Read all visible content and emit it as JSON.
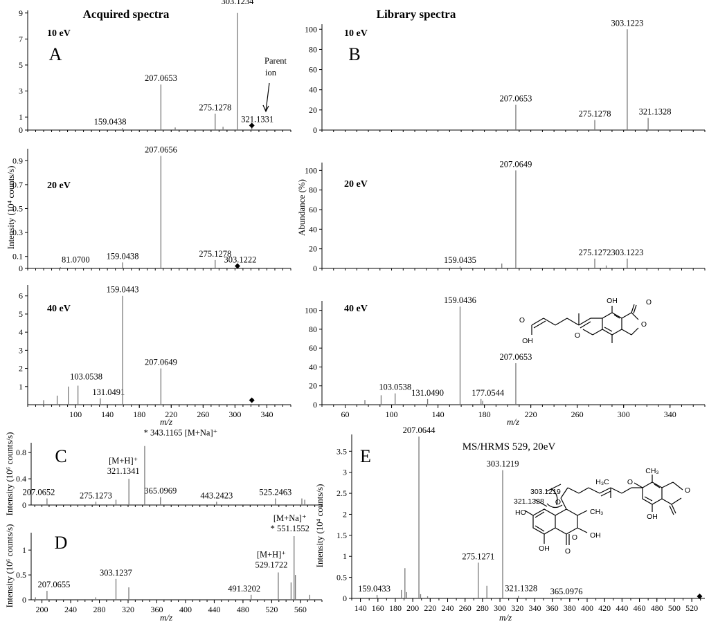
{
  "figure": {
    "left_title": "Acquired spectra",
    "right_title": "Library spectra",
    "xlabel": "m/z",
    "ylabel_acq": "Intensity (10⁴ counts/s)",
    "ylabel_lib": "Abundance (%)",
    "ylabel_c": "Intensity (10⁶ counts/s)",
    "ylabel_d": "Intensity (10⁶ counts/s)",
    "ylabel_e": "Intensity (10⁴ counts/s)",
    "parent_ion_line1": "Parent",
    "parent_ion_line2": "ion",
    "e_title": "MS/HRMS 529, 20eV"
  },
  "chart_data": [
    {
      "id": "A10",
      "type": "bar",
      "letter": "A",
      "energy": "10 eV",
      "xlim": [
        40,
        370
      ],
      "ylim": [
        0,
        9.2
      ],
      "yticks": [
        "0",
        "1",
        "3",
        "5",
        "7",
        "9"
      ],
      "peaks": [
        {
          "x": 159.0438,
          "y": 0.15,
          "label": "159.0438"
        },
        {
          "x": 207.0653,
          "y": 3.5,
          "label": "207.0653"
        },
        {
          "x": 275.1278,
          "y": 1.25,
          "label": "275.1278"
        },
        {
          "x": 303.1234,
          "y": 9.0,
          "label": "303.1234"
        },
        {
          "x": 321.1331,
          "y": 0.35,
          "label": "321.1331"
        },
        {
          "x": 225,
          "y": 0.2
        },
        {
          "x": 285,
          "y": 0.25
        }
      ],
      "marker": {
        "x": 321.1331,
        "y": 0.35
      }
    },
    {
      "id": "A20",
      "type": "bar",
      "energy": "20 eV",
      "xlim": [
        40,
        370
      ],
      "ylim": [
        0,
        1.0
      ],
      "yticks": [
        "0",
        "0.1",
        "0.3",
        "0.5",
        "0.7",
        "0.9"
      ],
      "peaks": [
        {
          "x": 81.07,
          "y": 0.01,
          "label": "81.0700"
        },
        {
          "x": 159.0438,
          "y": 0.05,
          "label": "159.0438"
        },
        {
          "x": 207.0656,
          "y": 0.94,
          "label": "207.0656"
        },
        {
          "x": 275.1278,
          "y": 0.07,
          "label": "275.1278"
        },
        {
          "x": 303.1222,
          "y": 0.02,
          "label": "303.1222"
        }
      ],
      "marker": {
        "x": 303.1222,
        "y": 0.02
      }
    },
    {
      "id": "A40",
      "type": "bar",
      "energy": "40 eV",
      "xlim": [
        40,
        370
      ],
      "ylim": [
        0,
        6.6
      ],
      "yticks": [
        "1",
        "2",
        "3",
        "4",
        "5",
        "6"
      ],
      "xticks": [
        "100",
        "140",
        "180",
        "220",
        "260",
        "300",
        "340"
      ],
      "peaks": [
        {
          "x": 60,
          "y": 0.25
        },
        {
          "x": 77,
          "y": 0.5
        },
        {
          "x": 91,
          "y": 1.0
        },
        {
          "x": 103.0538,
          "y": 1.05,
          "label": "103.0538"
        },
        {
          "x": 131.0491,
          "y": 0.35,
          "label": "131.0491"
        },
        {
          "x": 159.0443,
          "y": 6.0,
          "label": "159.0443"
        },
        {
          "x": 207.0649,
          "y": 2.0,
          "label": "207.0649"
        }
      ],
      "marker": {
        "x": 321.1,
        "y": 0.25
      }
    },
    {
      "id": "B10",
      "type": "bar",
      "letter": "B",
      "energy": "10 eV",
      "xlim": [
        40,
        370
      ],
      "ylim": [
        0,
        105
      ],
      "yticks": [
        "0",
        "20",
        "40",
        "60",
        "80",
        "100"
      ],
      "peaks": [
        {
          "x": 207.0653,
          "y": 25,
          "label": "207.0653"
        },
        {
          "x": 275.1278,
          "y": 10,
          "label": "275.1278"
        },
        {
          "x": 303.1223,
          "y": 100,
          "label": "303.1223"
        },
        {
          "x": 321.1328,
          "y": 12,
          "label": "321.1328"
        }
      ]
    },
    {
      "id": "B20",
      "type": "bar",
      "energy": "20 eV",
      "xlim": [
        40,
        370
      ],
      "ylim": [
        0,
        108
      ],
      "yticks": [
        "0",
        "20",
        "40",
        "60",
        "80",
        "100"
      ],
      "peaks": [
        {
          "x": 159.0435,
          "y": 2,
          "label": "159.0435"
        },
        {
          "x": 195,
          "y": 5
        },
        {
          "x": 207.0649,
          "y": 100,
          "label": "207.0649"
        },
        {
          "x": 275.1272,
          "y": 10,
          "label": "275.1272"
        },
        {
          "x": 285,
          "y": 3
        },
        {
          "x": 303.1223,
          "y": 10,
          "label": "303.1223"
        }
      ]
    },
    {
      "id": "B40",
      "type": "bar",
      "energy": "40 eV",
      "xlim": [
        40,
        370
      ],
      "ylim": [
        0,
        110
      ],
      "yticks": [
        "0",
        "20",
        "40",
        "60",
        "80",
        "100"
      ],
      "xticks": [
        "60",
        "100",
        "140",
        "180",
        "220",
        "260",
        "300",
        "340"
      ],
      "peaks": [
        {
          "x": 77,
          "y": 5
        },
        {
          "x": 91,
          "y": 10
        },
        {
          "x": 103.0538,
          "y": 12,
          "label": "103.0538"
        },
        {
          "x": 131.049,
          "y": 6,
          "label": "131.0490"
        },
        {
          "x": 159.0436,
          "y": 104,
          "label": "159.0436"
        },
        {
          "x": 177.0544,
          "y": 6,
          "label": "177.0544"
        },
        {
          "x": 178.5,
          "y": 4
        },
        {
          "x": 207.0653,
          "y": 44,
          "label": "207.0653"
        }
      ]
    },
    {
      "id": "C",
      "type": "bar",
      "letter": "C",
      "xlim": [
        185,
        590
      ],
      "ylim": [
        0,
        0.95
      ],
      "yticks": [
        "0",
        "0.4",
        "0.8"
      ],
      "peaks": [
        {
          "x": 207.0652,
          "y": 0.1,
          "label": "207.0652"
        },
        {
          "x": 275.1273,
          "y": 0.05,
          "label": "275.1273"
        },
        {
          "x": 303.12,
          "y": 0.08
        },
        {
          "x": 321.1341,
          "y": 0.4,
          "label": "321.1341",
          "pre": "[M+H]⁺"
        },
        {
          "x": 343.1165,
          "y": 0.9,
          "label": "* 343.1165 [M+Na]⁺"
        },
        {
          "x": 365.0969,
          "y": 0.12,
          "label": "365.0969"
        },
        {
          "x": 443.2423,
          "y": 0.05,
          "label": "443.2423"
        },
        {
          "x": 525.2463,
          "y": 0.1,
          "label": "525.2463"
        },
        {
          "x": 562,
          "y": 0.1
        },
        {
          "x": 566,
          "y": 0.08
        }
      ]
    },
    {
      "id": "D",
      "type": "bar",
      "letter": "D",
      "xlim": [
        185,
        590
      ],
      "ylim": [
        0,
        1.35
      ],
      "yticks": [
        "0",
        "0.5",
        "1"
      ],
      "xticks": [
        "200",
        "240",
        "280",
        "320",
        "360",
        "400",
        "440",
        "480",
        "520",
        "560"
      ],
      "peaks": [
        {
          "x": 191,
          "y": 0.05
        },
        {
          "x": 207.0655,
          "y": 0.18,
          "label": "207.0655"
        },
        {
          "x": 275,
          "y": 0.05
        },
        {
          "x": 303.1237,
          "y": 0.42,
          "label": "303.1237"
        },
        {
          "x": 321,
          "y": 0.25
        },
        {
          "x": 491.3202,
          "y": 0.1,
          "label": "491.3202"
        },
        {
          "x": 529.1722,
          "y": 0.55,
          "label": "529.1722",
          "pre": "[M+H]⁺"
        },
        {
          "x": 547,
          "y": 0.35
        },
        {
          "x": 551.1552,
          "y": 1.28,
          "label": "* 551.1552",
          "pre": "[M+Na]⁺"
        },
        {
          "x": 553,
          "y": 0.5
        },
        {
          "x": 573,
          "y": 0.1
        }
      ]
    },
    {
      "id": "E",
      "type": "bar",
      "letter": "E",
      "xlim": [
        130,
        535
      ],
      "ylim": [
        0,
        3.9
      ],
      "yticks": [
        "0",
        "0.5",
        "1",
        "1.5",
        "2",
        "2.5",
        "3",
        "3.5"
      ],
      "xticks": [
        "140",
        "160",
        "180",
        "200",
        "220",
        "240",
        "260",
        "280",
        "300",
        "320",
        "340",
        "360",
        "380",
        "400",
        "420",
        "440",
        "460",
        "480",
        "500",
        "520"
      ],
      "peaks": [
        {
          "x": 159.0433,
          "y": 0.08,
          "label": "159.0433"
        },
        {
          "x": 187,
          "y": 0.2
        },
        {
          "x": 191,
          "y": 0.72
        },
        {
          "x": 193,
          "y": 0.15
        },
        {
          "x": 207.0644,
          "y": 3.85,
          "label": "207.0644"
        },
        {
          "x": 209,
          "y": 0.1
        },
        {
          "x": 217,
          "y": 0.05
        },
        {
          "x": 275.1271,
          "y": 0.85,
          "label": "275.1271"
        },
        {
          "x": 285,
          "y": 0.3
        },
        {
          "x": 303.1219,
          "y": 3.05,
          "label": "303.1219"
        },
        {
          "x": 321.1328,
          "y": 0.06,
          "label": "321.1328"
        },
        {
          "x": 365.0976,
          "y": 0.02,
          "label": "365.0976"
        }
      ],
      "marker": {
        "x": 529,
        "y": 0.05
      }
    }
  ],
  "structure_b": {
    "atoms": [
      "OH",
      "O",
      "O",
      "OH",
      "O"
    ]
  },
  "structure_e": {
    "atoms": [
      "CH₃",
      "O",
      "H₃C",
      "303.1219",
      "321.1328",
      "O",
      "CH₃",
      "OH",
      "HO",
      "O",
      "OH",
      "O",
      "OH",
      "O"
    ]
  }
}
